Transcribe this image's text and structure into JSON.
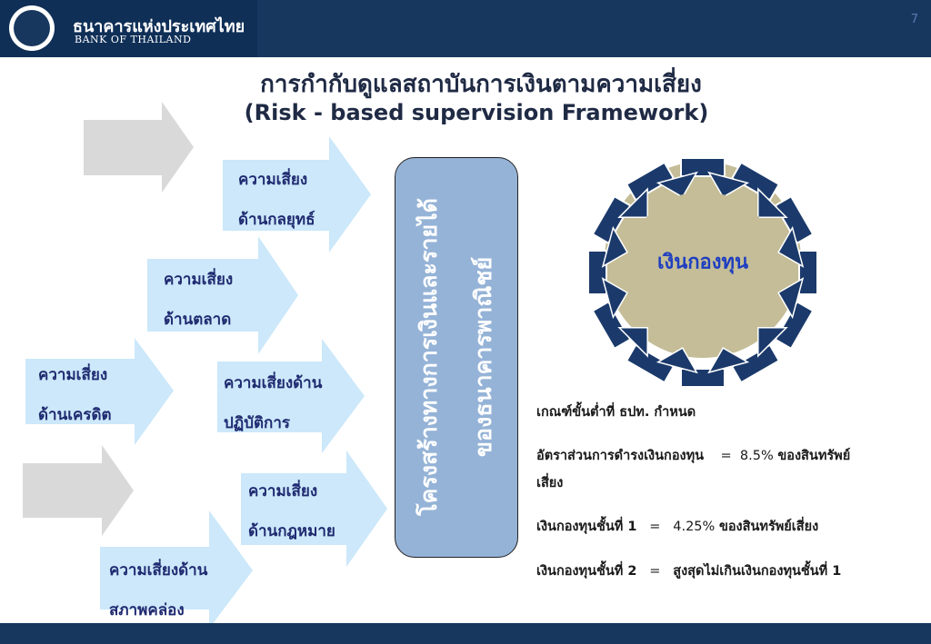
{
  "header": {
    "brand_th": "ธนาคารแห่งประเทศไทย",
    "brand_en": "BANK OF THAILAND",
    "page_number": "7"
  },
  "title": {
    "th": "การกำกับดูแลสถาบันการเงินตามความเสี่ยง",
    "en": "(Risk - based supervision Framework)"
  },
  "risks": [
    {
      "line1": "ความเสี่ยง",
      "line2": "ด้านกลยุทธ์"
    },
    {
      "line1": "ความเสี่ยง",
      "line2": "ด้านตลาด"
    },
    {
      "line1": "ความเสี่ยง",
      "line2": "ด้านเครดิต"
    },
    {
      "line1": "ความเสี่ยงด้าน",
      "line2": "ปฏิบัติการ"
    },
    {
      "line1": "ความเสี่ยง",
      "line2": "ด้านกฎหมาย"
    },
    {
      "line1": "ความเสี่ยงด้าน",
      "line2": "สภาพคล่อง"
    }
  ],
  "structure_box": {
    "line1": "โครงสร้างทางการเงินและรายได้",
    "line2": "ของธนาคารพาณิชย์"
  },
  "capital_label": "เงินกองทุน",
  "criteria": {
    "heading": "เกณฑ์ขั้นต่ำที่ ธปท. กำหนด",
    "ratio_label": "อัตราส่วนการดำรงเงินกองทุน",
    "ratio_eq": "=",
    "ratio_value": "8.5%",
    "ratio_rest": "ของสินทรัพย์",
    "ratio_cont": "เสี่ยง",
    "tier1_label": "เงินกองทุนชั้นที่ 1",
    "tier1_eq": "=",
    "tier1_value": "4.25%",
    "tier1_rest": "ของสินทรัพย์เสี่ยง",
    "tier2_label": "เงินกองทุนชั้นที่ 2",
    "tier2_eq": "=",
    "tier2_rest": "สูงสุดไม่เกินเงินกองทุนชั้นที่ 1"
  },
  "colors": {
    "navy": "#17375e",
    "arrow_light_blue": "#cce8fa",
    "arrow_gray": "#d9d9d9",
    "box_blue": "#95b3d7",
    "gear_center": "#c4bd97",
    "gear_teeth": "#1b3a6b",
    "capital_text": "#1f3ec0"
  }
}
